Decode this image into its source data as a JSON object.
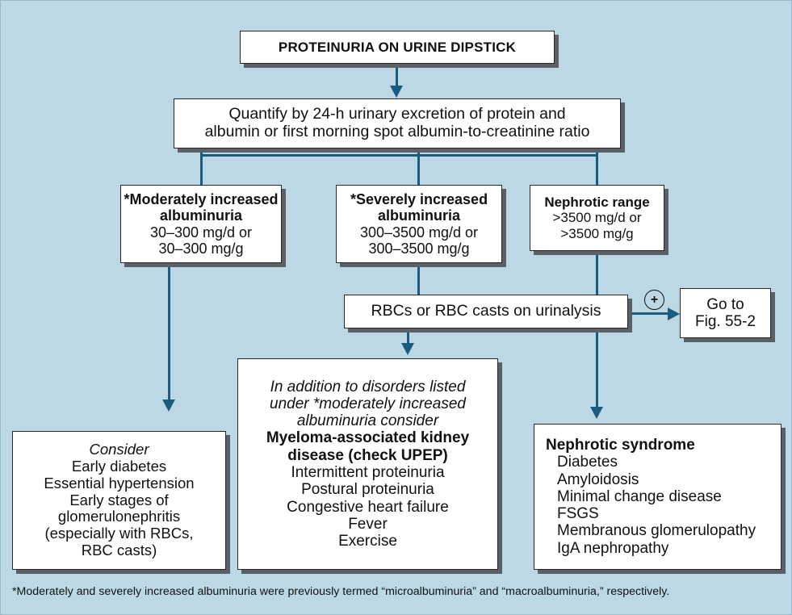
{
  "figure": {
    "background_color": "#bdd8e5",
    "connector_color": "#1b5c7e",
    "box_fill": "#ffffff",
    "box_border": "#262626",
    "shadow_color": "#5a6166"
  },
  "nodes": {
    "top": {
      "lines": [
        "PROTEINURIA ON URINE DIPSTICK"
      ]
    },
    "quantify": {
      "lines": [
        "Quantify by 24-h urinary excretion of protein and",
        "albumin or first morning spot albumin-to-creatinine ratio"
      ]
    },
    "moderate": {
      "lines": [
        "*Moderately increased",
        "albuminuria",
        "30–300 mg/d or",
        "30–300 mg/g"
      ]
    },
    "severe": {
      "lines": [
        "*Severely increased",
        "albuminuria",
        "300–3500 mg/d or",
        "300–3500 mg/g"
      ]
    },
    "nephrotic_range": {
      "lines": [
        "Nephrotic range",
        ">3500 mg/d or",
        ">3500 mg/g"
      ]
    },
    "rbc": {
      "lines": [
        "RBCs or RBC casts on urinalysis"
      ]
    },
    "goto": {
      "lines": [
        "Go to",
        "Fig. 55-2"
      ]
    },
    "consider": {
      "lines": [
        "Consider",
        "Early diabetes",
        "Essential hypertension",
        "Early stages of",
        "glomerulonephritis",
        "(especially with RBCs,",
        "RBC casts)"
      ]
    },
    "myeloma": {
      "lines": [
        "In addition to disorders listed",
        "under *moderately increased",
        "albuminuria consider",
        "Myeloma-associated kidney",
        "disease (check UPEP)",
        "Intermittent proteinuria",
        "Postural proteinuria",
        "Congestive heart failure",
        "Fever",
        "Exercise"
      ]
    },
    "nephrotic_syndrome": {
      "lines": [
        "Nephrotic syndrome",
        "Diabetes",
        "Amyloidosis",
        "Minimal change disease",
        "FSGS",
        "Membranous glomerulopathy",
        "IgA nephropathy"
      ]
    }
  },
  "markers": {
    "positive": "+"
  },
  "footnote": {
    "text": "*Moderately and severely increased albuminuria were previously termed “microalbuminuria” and “macroalbuminuria,” respectively."
  }
}
